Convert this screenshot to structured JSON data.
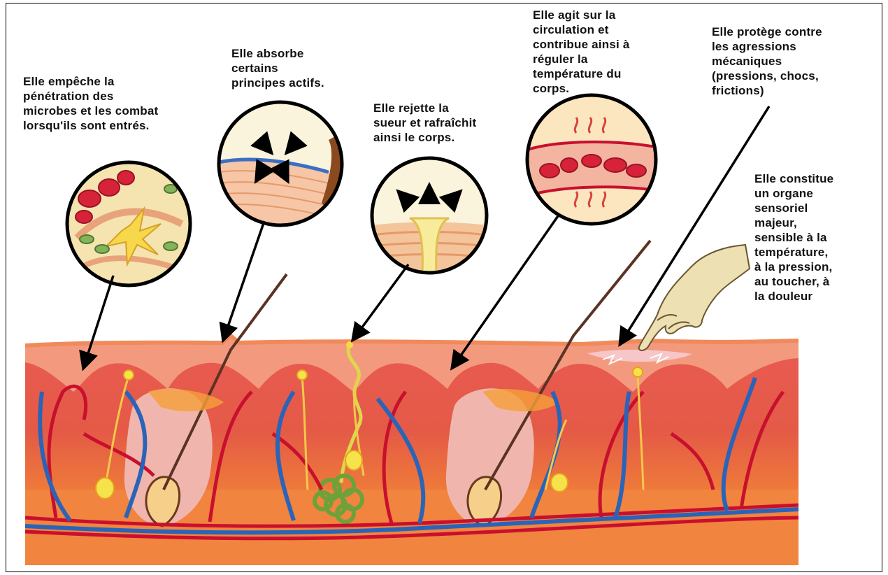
{
  "captions": {
    "microbes": "Elle empêche la\npénétration des\nmicrobes et les combat\nlorsqu'ils sont entrés.",
    "absorb": "Elle absorbe\ncertains\nprincipes actifs.",
    "sweat": "Elle rejette la\nsueur et rafraîchit\nainsi le corps.",
    "circulation": "Elle agit sur la\ncirculation et\ncontribue ainsi à\nréguler la\ntempérature du\ncorps.",
    "protect": "Elle protège contre\nles agressions\nmécaniques\n(pressions, chocs,\nfrictions)",
    "sensory": "Elle constitue\nun organe\nsensoriel\nmajeur,\nsensible à la\ntempérature,\nà la pression,\nau toucher, à\nla douleur"
  },
  "colors": {
    "epidermis": "#f3a27c",
    "dermis": "#e8584d",
    "hypodermis": "#f1803f",
    "artery": "#c8102e",
    "vein": "#2a64b8",
    "nerve": "#f2c84b",
    "sweat_gland": "#7fb33e",
    "hair": "#5a3324"
  },
  "icons": [
    "microbe-scene-icon",
    "absorption-scene-icon",
    "sweat-pore-icon",
    "blood-vessel-icon",
    "hand-icon"
  ]
}
